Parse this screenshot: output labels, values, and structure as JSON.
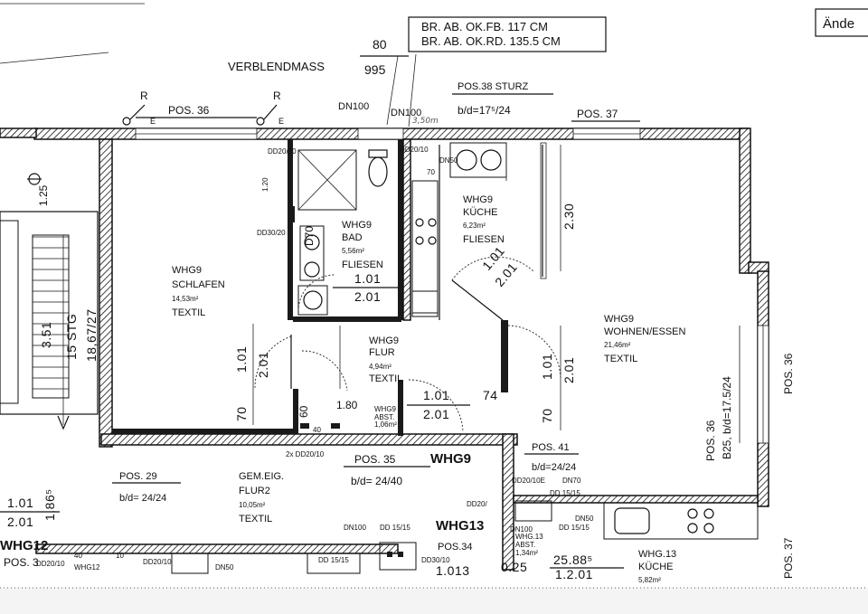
{
  "header": {
    "info_line1": "BR. AB. OK.FB. 117 CM",
    "info_line2": "BR. AB. OK.RD. 135.5 CM",
    "corner_box": "Ände",
    "verblendmass": "VERBLENDMASS",
    "dim_80": "80",
    "dim_995": "995",
    "dn100_a": "DN100",
    "dn100_b": "DN100",
    "pos38": "POS.38 STURZ",
    "bd_top": "b/d=17⁵/24",
    "pos36_top": "POS. 36",
    "pos37_top": "POS. 37",
    "r1": "R",
    "r2": "R",
    "e1": "E",
    "e2": "E",
    "hand_350": "3,50m"
  },
  "rooms": {
    "schlafen": {
      "name": "WHG9",
      "type": "SCHLAFEN",
      "area": "14,53m²",
      "floor": "TEXTIL"
    },
    "bad": {
      "name": "WHG9",
      "type": "BAD",
      "area": "5,56m²",
      "floor": "FLIESEN"
    },
    "kueche": {
      "name": "WHG9",
      "type": "KÜCHE",
      "area": "6,23m²",
      "floor": "FLIESEN"
    },
    "wohnen": {
      "name": "WHG9",
      "type": "WOHNEN/ESSEN",
      "area": "21,46m²",
      "floor": "TEXTIL"
    },
    "flur": {
      "name": "WHG9",
      "type": "FLUR",
      "area": "4,94m²",
      "floor": "TEXTIL"
    },
    "abst": {
      "name": "WHG9",
      "type": "ABST.",
      "area": "1,06m²"
    },
    "flur2": {
      "name": "GEM.EIG.",
      "type": "FLUR2",
      "area": "10,05m²",
      "floor": "TEXTIL"
    },
    "whg13_kueche": {
      "name": "WHG.13",
      "type": "KÜCHE",
      "area": "5,82m²"
    },
    "whg13_abst": {
      "name": "WHG.13",
      "type": "ABST.",
      "area": "1,34m²"
    }
  },
  "labels": {
    "dd20_20": "DD20/20",
    "dd30_20": "DD30/20",
    "d70": "D70",
    "dd20_10_top": "DD20/10",
    "dn50_top": "DN50",
    "dim_70_top": "70",
    "dim_120": "1.20",
    "dim_230": "2.30",
    "dim_101_bad": "1.01",
    "dim_201_bad": "2.01",
    "dim_101_k": "1.01",
    "dim_201_k": "2.01",
    "dim_101_left": "1.01",
    "dim_201_left": "2.01",
    "dim_70_left": "70",
    "dim_180": "1.80",
    "dim_60": "60",
    "dim_40": "40",
    "dim_101_flur": "1.01",
    "dim_201_flur": "2.01",
    "dim_74": "74",
    "dim_101_right": "1.01",
    "dim_201_right": "2.01",
    "dim_70_right": "70",
    "stair_351": "3.51",
    "stair_stg": "15 STG",
    "stair_1867": "18,67/27",
    "dim_125": "1.25",
    "pos36_right": "POS. 36",
    "pos36_inner": "POS. 36",
    "b25": "B25, b/d=17.5/24",
    "bd_right": "b/d=17.5/24",
    "pos37_right": "POS. 37",
    "dd20_10_2x": "2x DD20/10",
    "pos35": "POS. 35",
    "whg9_mid": "WHG9",
    "bd_35": "b/d= 24/40",
    "pos41": "POS. 41",
    "bd_41": "b/d=24/24",
    "dd20_10e": "DD20/10E",
    "dn70": "DN70",
    "pos29": "POS. 29",
    "bd_29": "b/d= 24/24",
    "dim_1865": "1.86⁵",
    "dim_101_w": "1.01",
    "dim_201_w": "2.01",
    "whg12": "WHG12",
    "pos3": "POS. 3",
    "dd20_10_low": "DD20/10",
    "whg12_small": "WHG12",
    "dn50_low": "DN50",
    "dn100_low": "DN100",
    "dd15_15_a": "DD 15/15",
    "dd15_15_b": "DD 15/15",
    "dd15_15_c": "DD 15/15",
    "dd20_low": "DD20/",
    "whg13": "WHG13",
    "pos34": "POS.34",
    "dn100_13": "DN100",
    "dd30_10": "DD30/10",
    "dim_1013": "1.013",
    "dim_025": "0.25",
    "dim_25885": "25.88⁵",
    "dim_201_13": "1.2.01",
    "dn50_13": "DN50",
    "dd15_15_d": "DD 15/15",
    "dim_40_b": "40",
    "dim_10_b": "10"
  }
}
